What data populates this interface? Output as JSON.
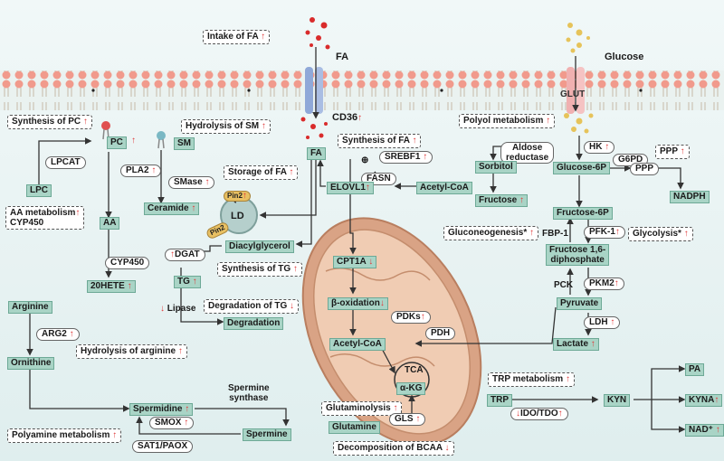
{
  "colors": {
    "node_fill": "#a9d4c6",
    "arrow_up": "#e03a3a",
    "membrane": "#f19a8c",
    "mito": "#d9a385",
    "ld": "#b5cfcc"
  },
  "inputs": {
    "fa": "FA",
    "glucose": "Glucose"
  },
  "transporters": {
    "cd36": "CD36",
    "glut": "GLUT"
  },
  "processes": {
    "intake_fa": "Intake of FA",
    "synthesis_pc": "Synthesis of PC",
    "hydrolysis_sm": "Hydrolysis of SM",
    "polyol": "Polyol metabolism",
    "synthesis_fa": "Synthesis of FA",
    "storage_fa": "Storage of FA",
    "aa_metab_1": "AA metabolism",
    "aa_metab_2": "CYP450",
    "synthesis_tg": "Synthesis of TG",
    "degradation_tg": "Degradation of TG",
    "hydrolysis_arg": "Hydrolysis of arginine",
    "gluconeogenesis": "Gluconeogenesis",
    "glycolysis": "Glycolysis",
    "glutaminolysis": "Glutaminolysis",
    "trp_metab": "TRP metabolism",
    "polyamine": "Polyamine metabolism",
    "bcaa": "Decomposition of BCAA"
  },
  "metabolites": {
    "pc": "PC",
    "sm": "SM",
    "lpc": "LPC",
    "aa": "AA",
    "ceramide": "Ceramide",
    "hete": "20HETE",
    "fa": "FA",
    "sorbitol": "Sorbitol",
    "fructose": "Fructose",
    "glucose6p": "Glucose-6P",
    "ppp": "PPP",
    "nadph": "NADPH",
    "elovl1": "ELOVL1",
    "acetylcoa_cyto": "Acetyl-CoA",
    "fructose6p": "Fructose-6P",
    "f16dp_1": "Fructose 1,6-",
    "f16dp_2": "diphosphate",
    "pyruvate": "Pyruvate",
    "lactate": "Lactate",
    "dag": "Diacylglycerol",
    "tg": "TG",
    "degradation": "Degradation",
    "cpt1a": "CPT1A",
    "beta_ox": "β-oxidation",
    "acetylcoa_mito": "Acetyl-CoA",
    "tca": "TCA",
    "akg": "α-KG",
    "arginine": "Arginine",
    "ornithine": "Ornithine",
    "spermidine": "Spermidine",
    "spermine": "Spermine",
    "glutamine": "Glutamine",
    "trp": "TRP",
    "kyn": "KYN",
    "pa": "PA",
    "kyna": "KYNA",
    "nad": "NAD⁺",
    "ld": "LD"
  },
  "enzymes": {
    "lpcat": "LPCAT",
    "pla2": "PLA2",
    "smase": "SMase",
    "cyp450": "CYP450",
    "srebf1": "SREBF1",
    "fasn": "FASN",
    "aldose_1": "Aldose",
    "aldose_2": "reductase",
    "hk": "HK",
    "g6pd": "G6PD",
    "pfk1": "PFK-1",
    "fbp1": "FBP-1",
    "pck": "PCK",
    "pkm2": "PKM2",
    "ldh": "LDH",
    "dgat": "DGAT",
    "lipase": "Lipase",
    "pdks": "PDKs",
    "pdh": "PDH",
    "arg2": "ARG2",
    "smox": "SMOX",
    "sat1": "SAT1/PAOX",
    "gls": "GLS",
    "ido": "IDO/TDO",
    "spermine_synthase_1": "Spermine",
    "spermine_synthase_2": "synthase",
    "pin2": "Pin2"
  },
  "symbols": {
    "up": "↑",
    "down": "↓",
    "asterisk": "*",
    "plus": "⊕"
  }
}
